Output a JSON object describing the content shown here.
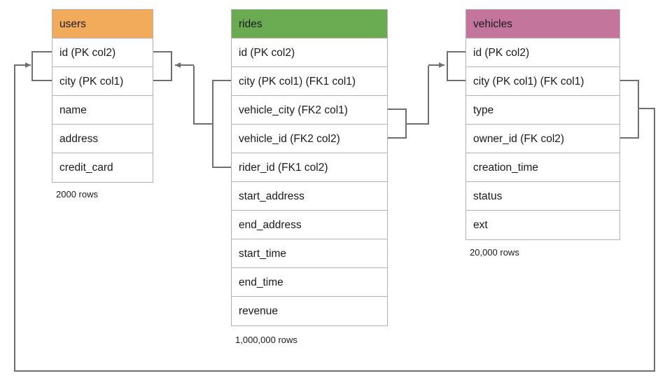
{
  "diagram": {
    "title": "database-schema-er-diagram",
    "colors": {
      "users_header": "#F2AB5B",
      "rides_header": "#6AAB51",
      "vehicles_header": "#C4759B",
      "border": "#b3b3b3",
      "connector": "#6E6E6E",
      "text": "#1a1a1a",
      "background": "#ffffff"
    },
    "tables": [
      {
        "id": "users",
        "name": "users",
        "header_color": "#F2AB5B",
        "row_count_label": "2000 rows",
        "columns": [
          {
            "label": "id (PK col2)"
          },
          {
            "label": "city (PK col1)"
          },
          {
            "label": "name"
          },
          {
            "label": "address"
          },
          {
            "label": "credit_card"
          }
        ]
      },
      {
        "id": "rides",
        "name": "rides",
        "header_color": "#6AAB51",
        "row_count_label": "1,000,000 rows",
        "columns": [
          {
            "label": "id (PK col2)"
          },
          {
            "label": "city (PK col1) (FK1 col1)"
          },
          {
            "label": "vehicle_city (FK2 col1)"
          },
          {
            "label": "vehicle_id (FK2 col2)"
          },
          {
            "label": "rider_id (FK1 col2)"
          },
          {
            "label": "start_address"
          },
          {
            "label": "end_address"
          },
          {
            "label": "start_time"
          },
          {
            "label": "end_time"
          },
          {
            "label": "revenue"
          }
        ]
      },
      {
        "id": "vehicles",
        "name": "vehicles",
        "header_color": "#C4759B",
        "row_count_label": "20,000 rows",
        "columns": [
          {
            "label": "id (PK col2)"
          },
          {
            "label": "city (PK col1) (FK col1)"
          },
          {
            "label": "type"
          },
          {
            "label": "owner_id (FK col2)"
          },
          {
            "label": "creation_time"
          },
          {
            "label": "status"
          },
          {
            "label": "ext"
          }
        ]
      }
    ],
    "relationships": [
      {
        "id": "rides-rider-to-users",
        "from_table": "rides",
        "from_columns": [
          "city (PK col1) (FK1 col1)",
          "rider_id (FK1 col2)"
        ],
        "to_table": "users",
        "to_columns": [
          "id (PK col2)",
          "city (PK col1)"
        ],
        "arrow": "to-users"
      },
      {
        "id": "rides-vehicle-to-vehicles",
        "from_table": "rides",
        "from_columns": [
          "vehicle_city (FK2 col1)",
          "vehicle_id (FK2 col2)"
        ],
        "to_table": "vehicles",
        "to_columns": [
          "id (PK col2)",
          "city (PK col1) (FK col1)"
        ],
        "arrow": "to-vehicles"
      },
      {
        "id": "vehicles-owner-to-users",
        "from_table": "vehicles",
        "from_columns": [
          "city (PK col1) (FK col1)",
          "owner_id (FK col2)"
        ],
        "to_table": "users",
        "to_columns": [
          "id (PK col2)",
          "city (PK col1)"
        ],
        "arrow": "to-users-left"
      }
    ]
  }
}
